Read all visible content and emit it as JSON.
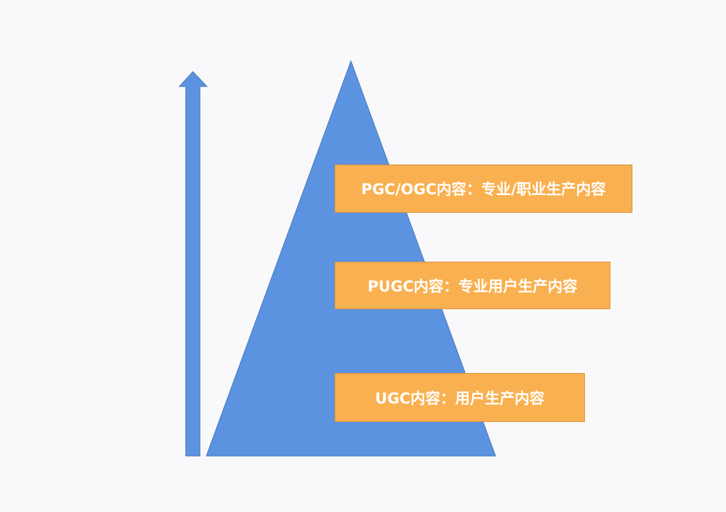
{
  "colors": {
    "background": "#f9f9fb",
    "pyramid_fill": "#5b93e0",
    "pyramid_stroke": "#4a78b8",
    "label_fill": "#f9b050",
    "label_text": "#ffffff"
  },
  "diagram": {
    "type": "pyramid",
    "arrow": {
      "icon": "up-arrow-icon",
      "direction": "up"
    },
    "levels": [
      {
        "level": "top",
        "label": "PGC/OGC内容：专业/职业生产内容"
      },
      {
        "level": "middle",
        "label": "PUGC内容：专业用户生产内容"
      },
      {
        "level": "bottom",
        "label": "UGC内容：用户生产内容"
      }
    ]
  }
}
